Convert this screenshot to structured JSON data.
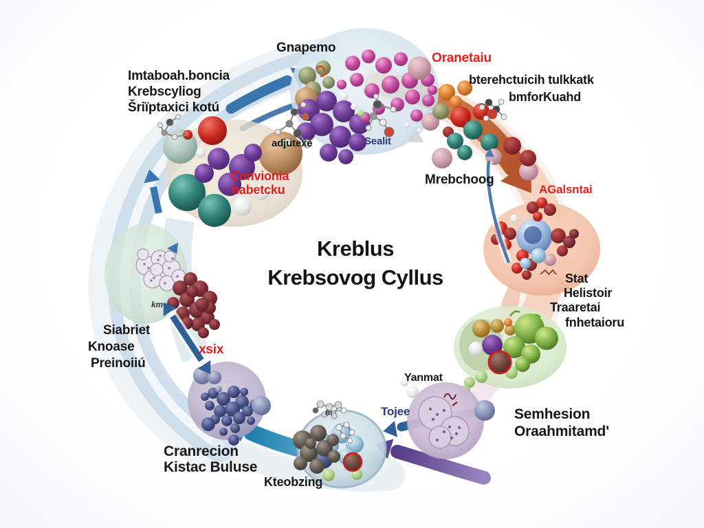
{
  "title": {
    "line1": "Kreblus",
    "line2": "Krebsovog Cyllus"
  },
  "labels": {
    "metabolism_block": [
      "Imtaboah.boncia",
      "Krebscyliog",
      "Šriïptaxici kotú"
    ],
    "gnapemo": "Gnapemo",
    "oranetaiu": "Oranetaiu",
    "byproduct_block": [
      "bterehctuicih tulkkatk",
      "bmforKuahd"
    ],
    "adjutexe": "adjutexe",
    "convionia": [
      "Convionia",
      "habetcku"
    ],
    "sealit": "Sealit",
    "mrebchoog": "Mrebchoog",
    "agalsntai": "AGalsntai",
    "stat_block": [
      "Stat",
      "Helistoir",
      "Traaretai",
      "fnhetaioru"
    ],
    "yanmat": "Yanmat",
    "tojee": "Tojee",
    "semhesion": [
      "Semhesion",
      "Oraahmitamd'"
    ],
    "kteobzing": "Kteobzing",
    "cranrecion": [
      "Cranrecion",
      "Kistac Buluse"
    ],
    "siabriet": [
      "Siabriet",
      "Knoase",
      "Preinoiiú"
    ],
    "xsix": "xsix",
    "km": "km",
    "bt": "Bt"
  },
  "colors": {
    "label_black": "#161616",
    "label_red": "#e31f1f",
    "label_blue": "#2c3a7c",
    "arrow_blue": "#3a76ae",
    "arrow_orange": "#b5542c",
    "arrow_purple": "#5a4190",
    "arrow_teal": "#1f7fae",
    "band_blue": "#c8dbe9",
    "band_salmon": "#f3c7b0"
  }
}
